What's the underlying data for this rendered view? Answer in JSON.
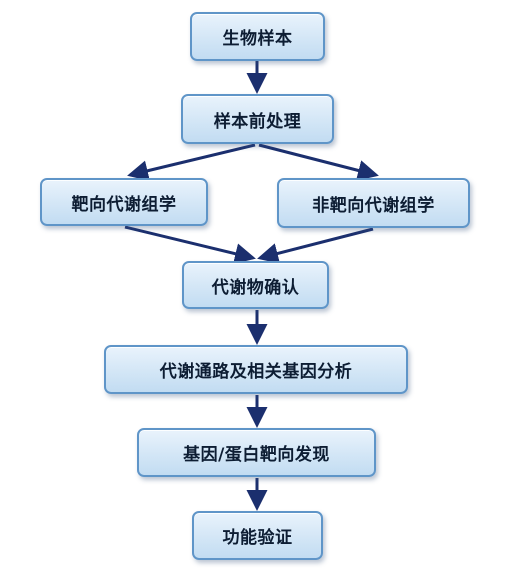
{
  "nodes": {
    "biological_sample": "生物样本",
    "sample_preprocessing": "样本前处理",
    "targeted_metabolomics": "靶向代谢组学",
    "untargeted_metabolomics": "非靶向代谢组学",
    "metabolite_identification": "代谢物确认",
    "pathway_gene_analysis": "代谢通路及相关基因分析",
    "gene_protein_target_discovery": "基因/蛋白靶向发现",
    "functional_validation": "功能验证"
  },
  "colors": {
    "arrow": "#1b2f6e",
    "box_border": "#5f95c8",
    "box_fill_top": "#e9f3fc",
    "box_fill_bottom": "#c2dcf2",
    "text": "#0d1d33"
  }
}
